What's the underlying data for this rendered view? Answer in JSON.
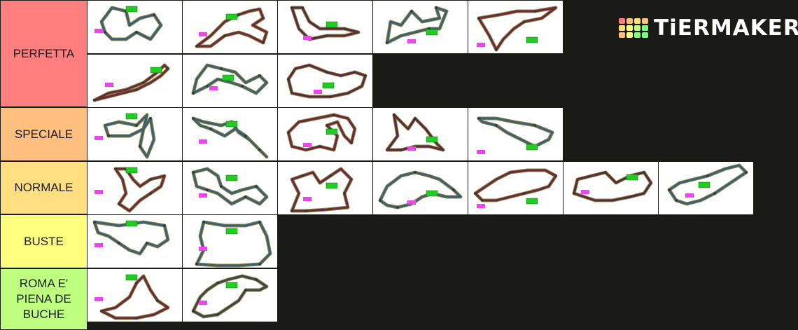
{
  "brand": {
    "name": "TiERMAKER",
    "logo_colors": [
      "#ff7f7f",
      "#ffbf7f",
      "#ffdf7f",
      "#ffbf7f",
      "#ffdf7f",
      "#ffff7f",
      "#bfff7f",
      "#7fff7f",
      "#ffbf7f",
      "#ffff7f",
      "#7fff7f",
      "#7fff7f"
    ]
  },
  "tiers": [
    {
      "label": "PERFETTA",
      "color": "#ff7f7f",
      "items": [
        {
          "name": "circuit-1",
          "trace": "#3f5f6f"
        },
        {
          "name": "circuit-2",
          "trace": "#6b2a35"
        },
        {
          "name": "circuit-3",
          "trace": "#5a2a3a"
        },
        {
          "name": "circuit-4",
          "trace": "#3f5f6f"
        },
        {
          "name": "circuit-5",
          "trace": "#6b2a35"
        },
        {
          "name": "circuit-6",
          "trace": "#6b2a35"
        },
        {
          "name": "circuit-7",
          "trace": "#3f5f6f"
        },
        {
          "name": "circuit-8",
          "trace": "#5a2a3a"
        }
      ]
    },
    {
      "label": "SPECIALE",
      "color": "#ffbf7f",
      "items": [
        {
          "name": "circuit-9",
          "trace": "#3f5f6f"
        },
        {
          "name": "circuit-10",
          "trace": "#3f5f6f"
        },
        {
          "name": "circuit-11",
          "trace": "#6b2a35"
        },
        {
          "name": "circuit-12",
          "trace": "#5a2a3a"
        },
        {
          "name": "circuit-13",
          "trace": "#3f5f6f"
        }
      ]
    },
    {
      "label": "NORMALE",
      "color": "#ffdf7f",
      "items": [
        {
          "name": "circuit-14",
          "trace": "#6b2a35"
        },
        {
          "name": "circuit-15",
          "trace": "#3f5f6f"
        },
        {
          "name": "circuit-16",
          "trace": "#6b2a35"
        },
        {
          "name": "circuit-17",
          "trace": "#3f5f6f"
        },
        {
          "name": "circuit-18",
          "trace": "#6b2a35"
        },
        {
          "name": "circuit-19",
          "trace": "#5a2a3a"
        },
        {
          "name": "circuit-20",
          "trace": "#3f5f6f"
        }
      ]
    },
    {
      "label": "BUSTE",
      "color": "#ffff7f",
      "items": [
        {
          "name": "circuit-21",
          "trace": "#3f5f6f"
        },
        {
          "name": "circuit-22",
          "trace": "#3f5f6f"
        }
      ]
    },
    {
      "label": "ROMA E'\nPIENA DE\nBUCHE",
      "color": "#bfff7f",
      "items": [
        {
          "name": "circuit-23",
          "trace": "#6b2a35"
        },
        {
          "name": "circuit-24",
          "trace": "#444444"
        }
      ]
    }
  ]
}
